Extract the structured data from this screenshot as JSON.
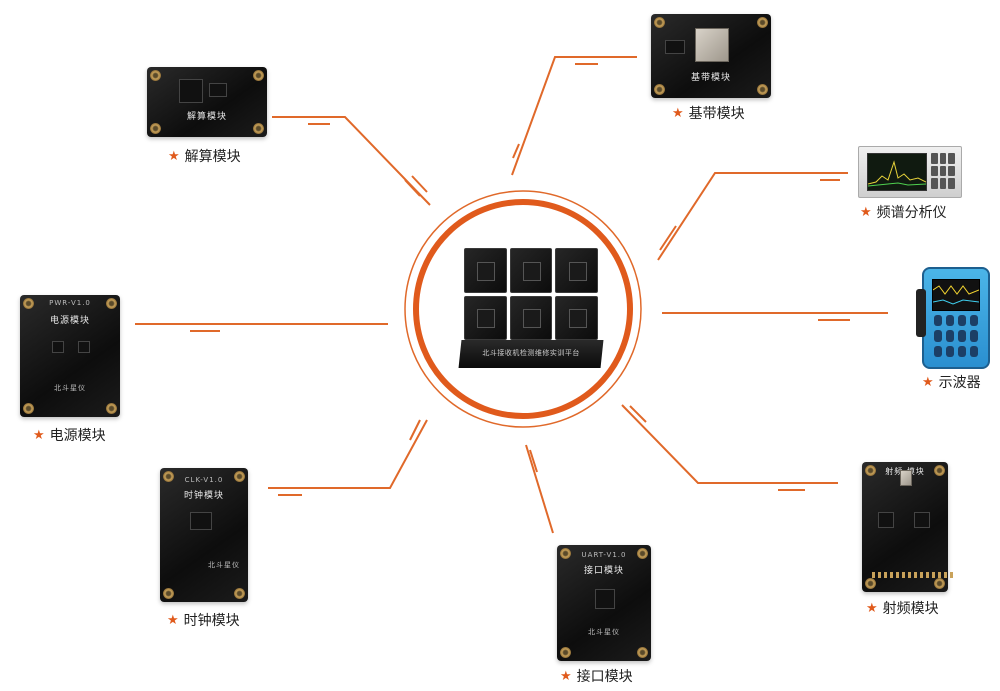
{
  "center": {
    "base_text": "北斗接收机检测维修实训平台"
  },
  "modules": {
    "jiesuan": {
      "label": "解算模块",
      "silk": "解算模块"
    },
    "jidai": {
      "label": "基带模块",
      "silk": "基带模块"
    },
    "pinpu": {
      "label": "频谱分析仪"
    },
    "shibo": {
      "label": "示波器"
    },
    "shepin": {
      "label": "射频模块",
      "silk": "射频  模块"
    },
    "jiekou": {
      "label": "接口模块",
      "silk_top": "UART-V1.0",
      "silk": "接口模块",
      "brand": "北斗星仪"
    },
    "shizhong": {
      "label": "时钟模块",
      "silk_top": "CLK-V1.0",
      "silk": "时钟模块",
      "brand": "北斗星仪"
    },
    "dianyuan": {
      "label": "电源模块",
      "silk_top": "PWR-V1.0",
      "silk": "电源模块",
      "brand": "北斗星仪"
    }
  },
  "colors": {
    "accent": "#e05a1c",
    "line": "#e0692a",
    "ring": "#e05a1c"
  }
}
